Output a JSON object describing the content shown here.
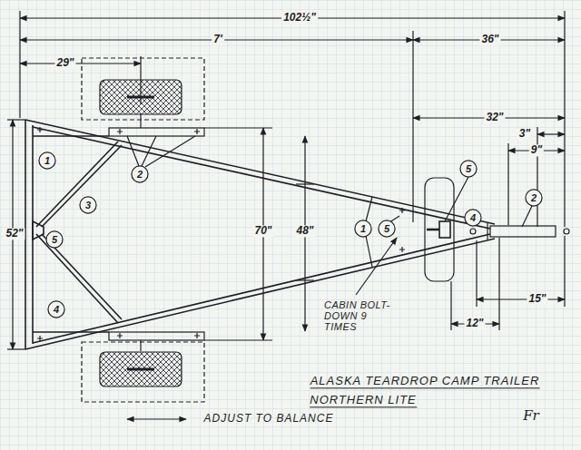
{
  "diagram": {
    "title": "ALASKA TEARDROP CAMP TRAILER",
    "labels": [
      "102½\"",
      "7'",
      "36\"",
      "29\"",
      "32\"",
      "3\"",
      "9\"",
      "52\"",
      "70\"",
      "48\"",
      "15\"",
      "12\"",
      "1",
      "2",
      "3",
      "5",
      "4",
      "1",
      "5",
      "5",
      "4",
      "2",
      "CABIN BOLT-DOWN 9 TIMES",
      "NORTHERN LITE",
      "ADJUST TO BALANCE",
      "Fr"
    ]
  }
}
